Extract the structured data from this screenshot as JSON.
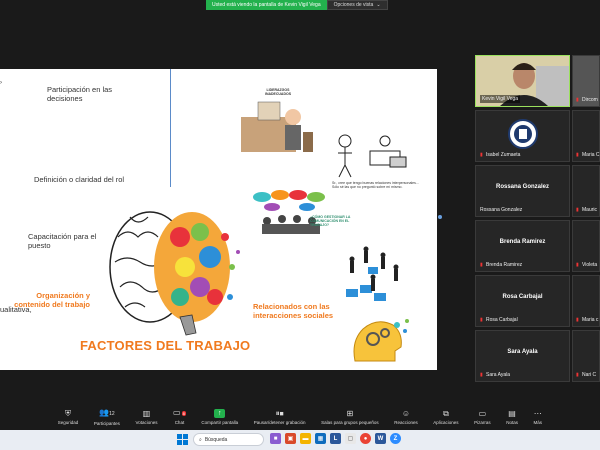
{
  "banner": {
    "message": "Usted está viendo la pantalla de Kevin Vigil Vega",
    "options": "Opciones de vista"
  },
  "slide": {
    "left_items": [
      "Participación en las decisiones",
      "Definición o claridad del rol",
      "Capacitación para el puesto"
    ],
    "orange_left": "Organización y contenido del trabajo",
    "cut_text": "ualitativa,",
    "orange_right": "Relacionados con las interacciones sociales",
    "title": "FACTORES DEL TRABAJO",
    "leaders_caption": "LIDERAZGOS INADECUADOS",
    "bubble_caption": "¿CÓMO GESTIONAR LA COMUNICACIÓN EN EL TRABAJO?",
    "cartoon_caption": "Sr., cree que tengo buenas relaciones interpersonales... Sólo sé las que no preguntó sobre mí mismo."
  },
  "participants": [
    {
      "name": "Kevin Vigil Vega",
      "type": "video",
      "muted": false
    },
    {
      "name": "Isabel Zumaeta",
      "type": "logo",
      "muted": true
    },
    {
      "name": "Rossana Gonzalez",
      "display": "Rossana Gonzalez",
      "muted": true
    },
    {
      "name": "Brenda Ramirez",
      "display": "Brenda Ramirez",
      "muted": true
    },
    {
      "name": "Rosa Carbajal",
      "display": "Rosa Carbajal",
      "muted": true
    },
    {
      "name": "Sara Ayala",
      "display": "Sara Ayala",
      "muted": true
    }
  ],
  "participants_col2": [
    "Dircom",
    "Maria C",
    "Mauric",
    "Violeta",
    "Maria c",
    "Nari C"
  ],
  "toolbar": {
    "security": "Seguridad",
    "participants": "Participantes",
    "participants_count": "12",
    "polls": "Votaciones",
    "chat": "Chat",
    "chat_badge": "8",
    "share": "Compartir pantalla",
    "pause": "Pausar/detener grabación",
    "rooms": "Salas para grupos pequeños",
    "reactions": "Reacciones",
    "apps": "Aplicaciones",
    "whiteboards": "Pizarras",
    "notes": "Notas",
    "more": "Más"
  },
  "taskbar": {
    "search_placeholder": "Búsqueda"
  },
  "colors": {
    "accent_green": "#23b14d",
    "slide_orange": "#f07a1f",
    "muted_red": "#e33333"
  }
}
